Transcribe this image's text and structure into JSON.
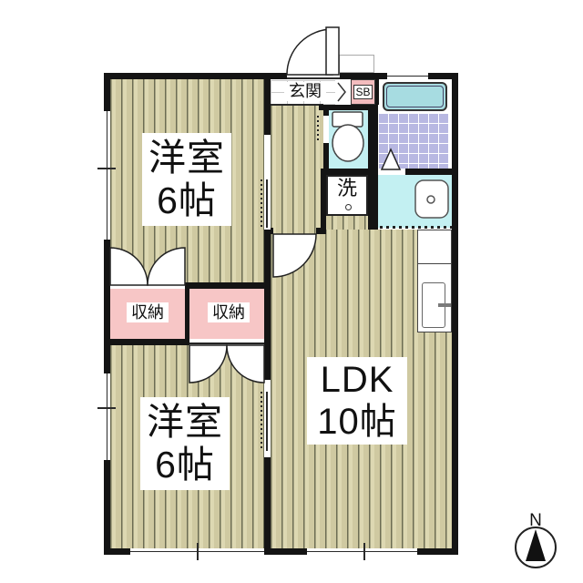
{
  "plan": {
    "rooms": {
      "bedroom_top": {
        "name": "洋室",
        "size": "6帖"
      },
      "bedroom_bottom": {
        "name": "洋室",
        "size": "6帖"
      },
      "ldk": {
        "name": "LDK",
        "size": "10帖"
      },
      "closet_left": {
        "label": "収納"
      },
      "closet_right": {
        "label": "収納"
      },
      "entrance": {
        "label": "玄関"
      },
      "shoe_box": {
        "label": "SB"
      },
      "laundry": {
        "label": "洗"
      }
    },
    "compass": {
      "label": "N"
    },
    "icons": {
      "toilet": "toilet-icon",
      "bathtub": "bathtub-icon",
      "washbasin": "washbasin-icon",
      "kitchen_sink": "kitchen-sink-icon",
      "entrance_door": "swing-door-icon",
      "ldk_door": "swing-door-icon",
      "closet_doors": "double-swing-door-icon",
      "bath_door": "folding-door-icon",
      "compass": "north-arrow-icon"
    },
    "colors": {
      "wall": "#141414",
      "flooring_base": "#d9d4ab",
      "flooring_stripe": "#6c6c53",
      "closet_pink": "#f7c6c6",
      "bath_tile": "#b8b8e2",
      "water_room_cyan": "#c3f0f2",
      "bathtub_cyan": "#a7dce1"
    }
  }
}
